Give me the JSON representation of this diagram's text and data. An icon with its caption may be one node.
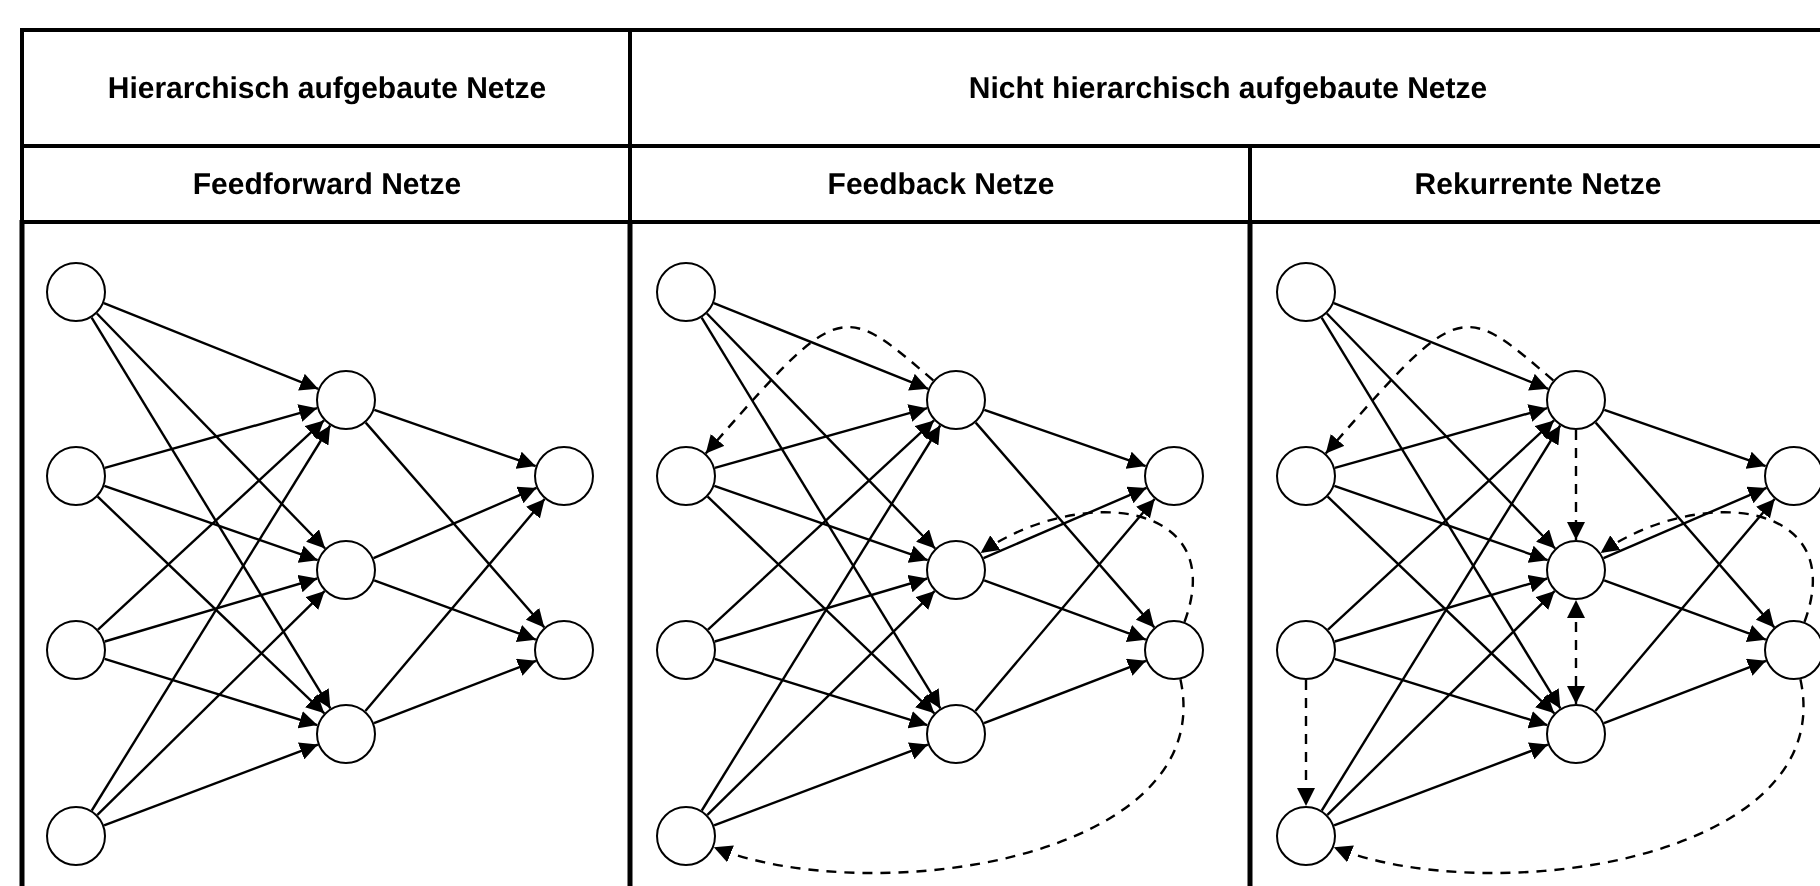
{
  "diagram": {
    "nodes": [
      {
        "text": [
          "Hierarchisch aufgebaute Netze"
        ]
      },
      {
        "text": [
          "Nicht hierarchisch aufgebaute Netze"
        ]
      },
      {
        "text": [
          "Feedforward Netze"
        ]
      },
      {
        "text": [
          "Feedback Netze"
        ]
      },
      {
        "text": [
          "Rekurrente Netze"
        ]
      },
      {
        "text": [],
        "shape": "circle"
      },
      {
        "text": [],
        "shape": "circle"
      },
      {
        "text": [],
        "shape": "circle"
      },
      {
        "text": [],
        "shape": "circle"
      },
      {
        "text": [],
        "shape": "circle"
      },
      {
        "text": [],
        "shape": "circle"
      },
      {
        "text": [],
        "shape": "circle"
      },
      {
        "text": [],
        "shape": "circle"
      },
      {
        "text": [],
        "shape": "circle"
      },
      {
        "text": [],
        "shape": "circle"
      },
      {
        "text": [],
        "shape": "circle"
      },
      {
        "text": [],
        "shape": "circle"
      },
      {
        "text": [],
        "shape": "circle"
      },
      {
        "text": [],
        "shape": "circle"
      },
      {
        "text": [],
        "shape": "circle"
      },
      {
        "text": [],
        "shape": "circle"
      },
      {
        "text": [],
        "shape": "circle"
      },
      {
        "text": [],
        "shape": "circle"
      },
      {
        "text": [],
        "shape": "circle"
      },
      {
        "text": [],
        "shape": "circle"
      },
      {
        "text": [],
        "shape": "circle"
      },
      {
        "text": [],
        "shape": "circle"
      },
      {
        "text": [],
        "shape": "circle"
      },
      {
        "text": [],
        "shape": "circle"
      },
      {
        "text": [],
        "shape": "circle"
      },
      {
        "text": [],
        "shape": "circle"
      },
      {
        "text": [],
        "shape": "circle"
      }
    ],
    "edges": [
      {
        "from": 5,
        "to": 9,
        "arrow": "to"
      },
      {
        "from": 5,
        "to": 10,
        "arrow": "to"
      },
      {
        "from": 5,
        "to": 11,
        "arrow": "to"
      },
      {
        "from": 6,
        "to": 9,
        "arrow": "to"
      },
      {
        "from": 6,
        "to": 10,
        "arrow": "to"
      },
      {
        "from": 6,
        "to": 11,
        "arrow": "to"
      },
      {
        "from": 7,
        "to": 9,
        "arrow": "to"
      },
      {
        "from": 7,
        "to": 10,
        "arrow": "to"
      },
      {
        "from": 7,
        "to": 11,
        "arrow": "to"
      },
      {
        "from": 8,
        "to": 9,
        "arrow": "to"
      },
      {
        "from": 8,
        "to": 10,
        "arrow": "to"
      },
      {
        "from": 8,
        "to": 11,
        "arrow": "to"
      },
      {
        "from": 9,
        "to": 12,
        "arrow": "to"
      },
      {
        "from": 9,
        "to": 13,
        "arrow": "to"
      },
      {
        "from": 10,
        "to": 12,
        "arrow": "to"
      },
      {
        "from": 10,
        "to": 13,
        "arrow": "to"
      },
      {
        "from": 11,
        "to": 12,
        "arrow": "to"
      },
      {
        "from": 11,
        "to": 13,
        "arrow": "to"
      },
      {
        "from": 14,
        "to": 18,
        "arrow": "to"
      },
      {
        "from": 14,
        "to": 19,
        "arrow": "to"
      },
      {
        "from": 14,
        "to": 20,
        "arrow": "to"
      },
      {
        "from": 15,
        "to": 18,
        "arrow": "to"
      },
      {
        "from": 15,
        "to": 19,
        "arrow": "to"
      },
      {
        "from": 15,
        "to": 20,
        "arrow": "to"
      },
      {
        "from": 16,
        "to": 18,
        "arrow": "to"
      },
      {
        "from": 16,
        "to": 19,
        "arrow": "to"
      },
      {
        "from": 16,
        "to": 20,
        "arrow": "to"
      },
      {
        "from": 17,
        "to": 18,
        "arrow": "to"
      },
      {
        "from": 17,
        "to": 19,
        "arrow": "to"
      },
      {
        "from": 17,
        "to": 20,
        "arrow": "to"
      },
      {
        "from": 18,
        "to": 21,
        "arrow": "to"
      },
      {
        "from": 18,
        "to": 22,
        "arrow": "to"
      },
      {
        "from": 19,
        "to": 21,
        "arrow": "to"
      },
      {
        "from": 19,
        "to": 22,
        "arrow": "to"
      },
      {
        "from": 20,
        "to": 21,
        "arrow": "to"
      },
      {
        "from": 20,
        "to": 22,
        "arrow": "to"
      },
      {
        "from": 18,
        "to": 15,
        "arrow": "to",
        "style": "dashed"
      },
      {
        "from": 22,
        "to": 19,
        "arrow": "to",
        "style": "dashed"
      },
      {
        "from": 22,
        "to": 17,
        "arrow": "to",
        "style": "dashed"
      },
      {
        "from": 23,
        "to": 27,
        "arrow": "to"
      },
      {
        "from": 23,
        "to": 28,
        "arrow": "to"
      },
      {
        "from": 23,
        "to": 29,
        "arrow": "to"
      },
      {
        "from": 24,
        "to": 27,
        "arrow": "to"
      },
      {
        "from": 24,
        "to": 28,
        "arrow": "to"
      },
      {
        "from": 24,
        "to": 29,
        "arrow": "to"
      },
      {
        "from": 25,
        "to": 27,
        "arrow": "to"
      },
      {
        "from": 25,
        "to": 28,
        "arrow": "to"
      },
      {
        "from": 25,
        "to": 29,
        "arrow": "to"
      },
      {
        "from": 26,
        "to": 27,
        "arrow": "to"
      },
      {
        "from": 26,
        "to": 28,
        "arrow": "to"
      },
      {
        "from": 26,
        "to": 29,
        "arrow": "to"
      },
      {
        "from": 27,
        "to": 30,
        "arrow": "to"
      },
      {
        "from": 27,
        "to": 31,
        "arrow": "to"
      },
      {
        "from": 28,
        "to": 30,
        "arrow": "to"
      },
      {
        "from": 28,
        "to": 31,
        "arrow": "to"
      },
      {
        "from": 29,
        "to": 30,
        "arrow": "to"
      },
      {
        "from": 29,
        "to": 31,
        "arrow": "to"
      },
      {
        "from": 27,
        "to": 24,
        "arrow": "to",
        "style": "dashed"
      },
      {
        "from": 31,
        "to": 28,
        "arrow": "to",
        "style": "dashed"
      },
      {
        "from": 31,
        "to": 26,
        "arrow": "to",
        "style": "dashed"
      },
      {
        "from": 27,
        "to": 28,
        "arrow": "to",
        "style": "dashed"
      },
      {
        "from": 29,
        "to": 28,
        "arrow": "both",
        "style": "dashed"
      },
      {
        "from": 25,
        "to": 26,
        "arrow": "to",
        "style": "dashed"
      }
    ]
  }
}
